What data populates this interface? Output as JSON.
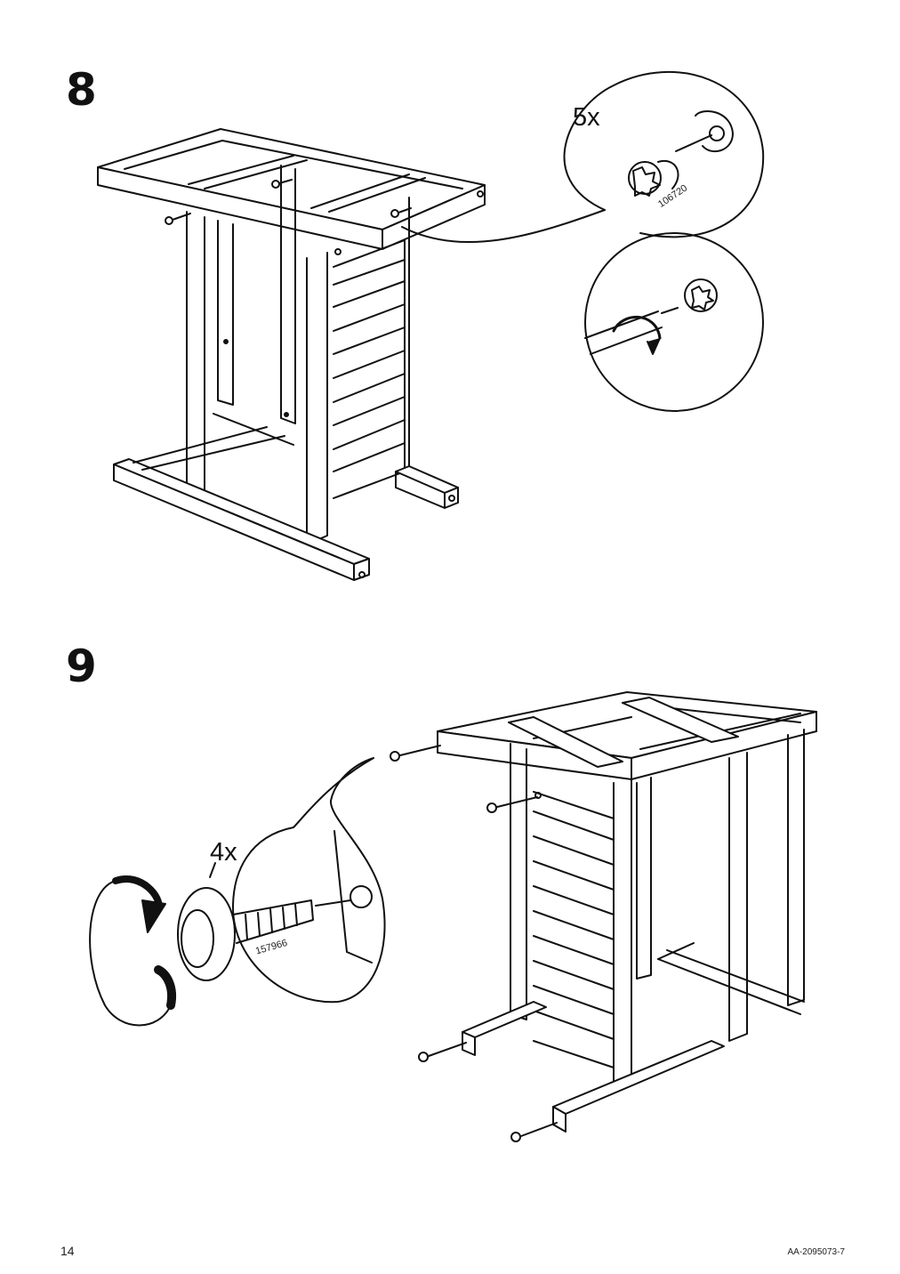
{
  "steps": [
    {
      "number": "8",
      "quantity": "5x",
      "part_number": "106720"
    },
    {
      "number": "9",
      "quantity": "4x",
      "part_number": "157966"
    }
  ],
  "footer": {
    "page_number": "14",
    "document_code": "AA-2095073-7"
  },
  "icons": {
    "cam_lock": "cam-lock-fitting-icon",
    "screwdriver": "screwdriver-turn-icon",
    "glide": "adjustable-foot-glide-icon",
    "rotate": "clockwise-rotate-arrow-icon"
  }
}
